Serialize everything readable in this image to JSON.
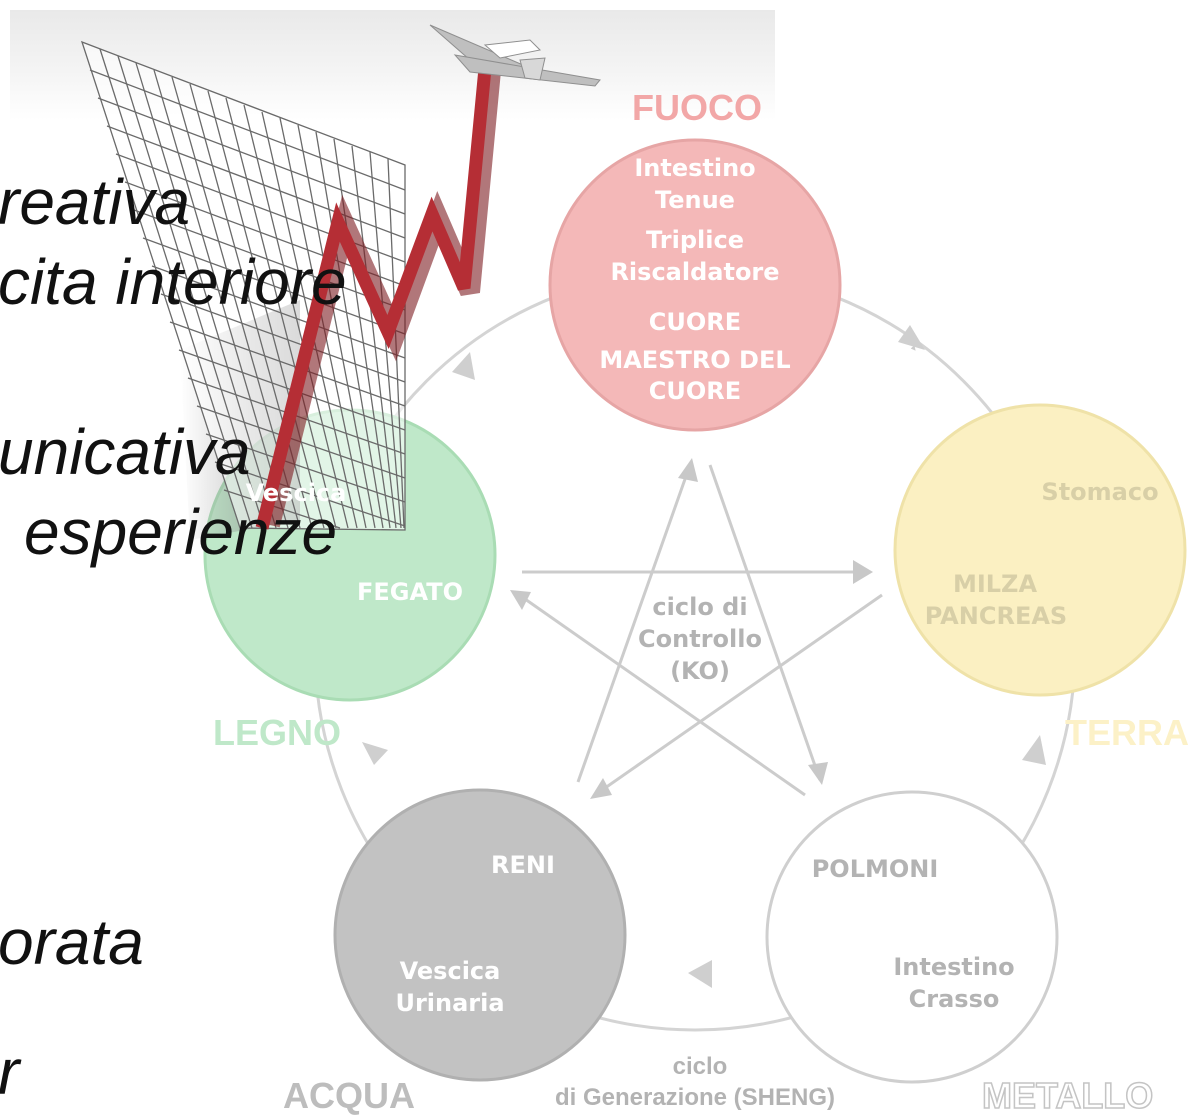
{
  "elements": {
    "fuoco": "FUOCO",
    "legno": "LEGNO",
    "terra": "TERRA",
    "acqua": "ACQUA",
    "metallo": "METALLO"
  },
  "circles": {
    "fuoco": {
      "line1": "Intestino",
      "line2": "Tenue",
      "line3": "Triplice",
      "line4": "Riscaldatore",
      "line5": "CUORE",
      "line6": "MAESTRO DEL",
      "line7": "CUORE"
    },
    "legno": {
      "line1": "Vescica",
      "line2": "FEGATO"
    },
    "terra": {
      "line1": "Stomaco",
      "line2": "MILZA",
      "line3": "PANCREAS"
    },
    "acqua": {
      "line1": "RENI",
      "line2": "Vescica",
      "line3": "Urinaria"
    },
    "metallo": {
      "line1": "POLMONI",
      "line2": "Intestino",
      "line3": "Crasso"
    }
  },
  "cycles": {
    "control": {
      "line1": "ciclo di",
      "line2": "Controllo",
      "line3": "(KO)"
    },
    "generation": {
      "line1": "ciclo",
      "line2": "di Generazione (SHENG)"
    }
  },
  "side_text": {
    "line1": "reativa",
    "line2": "cita interiore",
    "line3": "unicativa",
    "line4": "esperienze",
    "line5": "orata",
    "line6": "r"
  },
  "colors": {
    "fuoco": "#f4b8b8",
    "legno": "#bfe8c9",
    "terra": "#fbf0c2",
    "acqua": "#c2c2c2",
    "metallo": "#ffffff",
    "arrows": "#cccccc",
    "chart_line": "#b52e35"
  },
  "icons": {
    "airplane": "airplane-icon"
  }
}
